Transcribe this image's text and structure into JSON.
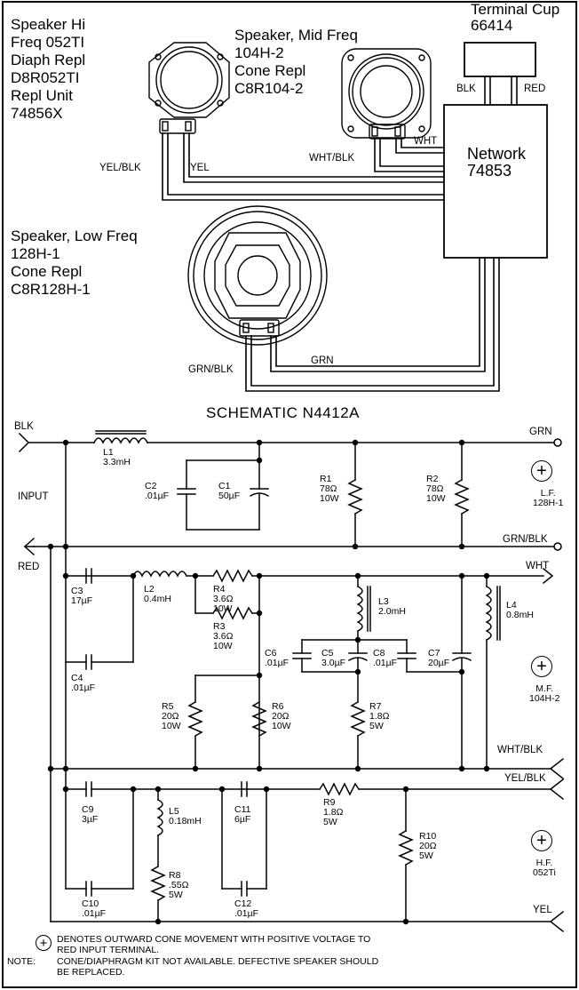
{
  "top_diagram": {
    "terminal_cup": {
      "label_line1": "Terminal Cup",
      "label_line2": "66414",
      "wire_left": "BLK",
      "wire_right": "RED"
    },
    "network": {
      "label_line1": "Network",
      "label_line2": "74853"
    },
    "hi_speaker": {
      "lines": [
        "Speaker Hi",
        "Freq 052TI",
        "Diaph Repl",
        "D8R052TI",
        "Repl Unit",
        "74856X"
      ],
      "wire_a": "YEL/BLK",
      "wire_b": "YEL"
    },
    "mid_speaker": {
      "lines": [
        "Speaker, Mid Freq",
        "104H-2",
        "Cone Repl",
        "C8R104-2"
      ],
      "wire_a": "WHT/BLK",
      "wire_b": "WHT"
    },
    "low_speaker": {
      "lines": [
        "Speaker, Low Freq",
        "128H-1",
        "Cone Repl",
        "C8R128H-1"
      ],
      "wire_a": "GRN/BLK",
      "wire_b": "GRN"
    }
  },
  "schematic": {
    "title": "SCHEMATIC N4412A",
    "input": {
      "blk": "BLK",
      "input": "INPUT",
      "red": "RED"
    },
    "outputs": {
      "grn": "GRN",
      "grn_blk": "GRN/BLK",
      "wht": "WHT",
      "wht_blk": "WHT/BLK",
      "yel_blk": "YEL/BLK",
      "yel": "YEL"
    },
    "groups": {
      "lf": {
        "plus": "+",
        "line1": "L.F.",
        "line2": "128H-1"
      },
      "mf": {
        "plus": "+",
        "line1": "M.F.",
        "line2": "104H-2"
      },
      "hf": {
        "plus": "+",
        "line1": "H.F.",
        "line2": "052Ti"
      }
    },
    "components": {
      "L1": [
        "L1",
        "3.3mH"
      ],
      "C2": [
        "C2",
        ".01µF"
      ],
      "C1": [
        "C1",
        "50µF"
      ],
      "R1": [
        "R1",
        "78Ω",
        "10W"
      ],
      "R2": [
        "R2",
        "78Ω",
        "10W"
      ],
      "C3": [
        "C3",
        "17µF"
      ],
      "C4": [
        "C4",
        ".01µF"
      ],
      "L2": [
        "L2",
        "0.4mH"
      ],
      "R4": [
        "R4",
        "3.6Ω",
        "10W"
      ],
      "R3": [
        "R3",
        "3.6Ω",
        "10W"
      ],
      "L3": [
        "L3",
        "2.0mH"
      ],
      "L4": [
        "L4",
        "0.8mH"
      ],
      "C6": [
        "C6",
        ".01µF"
      ],
      "C5": [
        "C5",
        "3.0µF"
      ],
      "C8": [
        "C8",
        ".01µF"
      ],
      "C7": [
        "C7",
        "20µF"
      ],
      "R5": [
        "R5",
        "20Ω",
        "10W"
      ],
      "R6": [
        "R6",
        "20Ω",
        "10W"
      ],
      "R7": [
        "R7",
        "1.8Ω",
        "5W"
      ],
      "C9": [
        "C9",
        "3µF"
      ],
      "C10": [
        "C10",
        ".01µF"
      ],
      "L5": [
        "L5",
        "0.18mH"
      ],
      "R8": [
        "R8",
        ".55Ω",
        "5W"
      ],
      "C11": [
        "C11",
        "6µF"
      ],
      "C12": [
        "C12",
        ".01µF"
      ],
      "R9": [
        "R9",
        "1.8Ω",
        "5W"
      ],
      "R10": [
        "R10",
        "20Ω",
        "5W"
      ]
    }
  },
  "notes": {
    "polarity_symbol": "+",
    "polarity_line1": "DENOTES OUTWARD CONE MOVEMENT WITH POSITIVE VOLTAGE TO",
    "polarity_line2": "RED INPUT TERMINAL.",
    "note_prefix": "NOTE:",
    "note_line1": "CONE/DIAPHRAGM KIT NOT AVAILABLE. DEFECTIVE SPEAKER SHOULD",
    "note_line2": "BE REPLACED."
  }
}
